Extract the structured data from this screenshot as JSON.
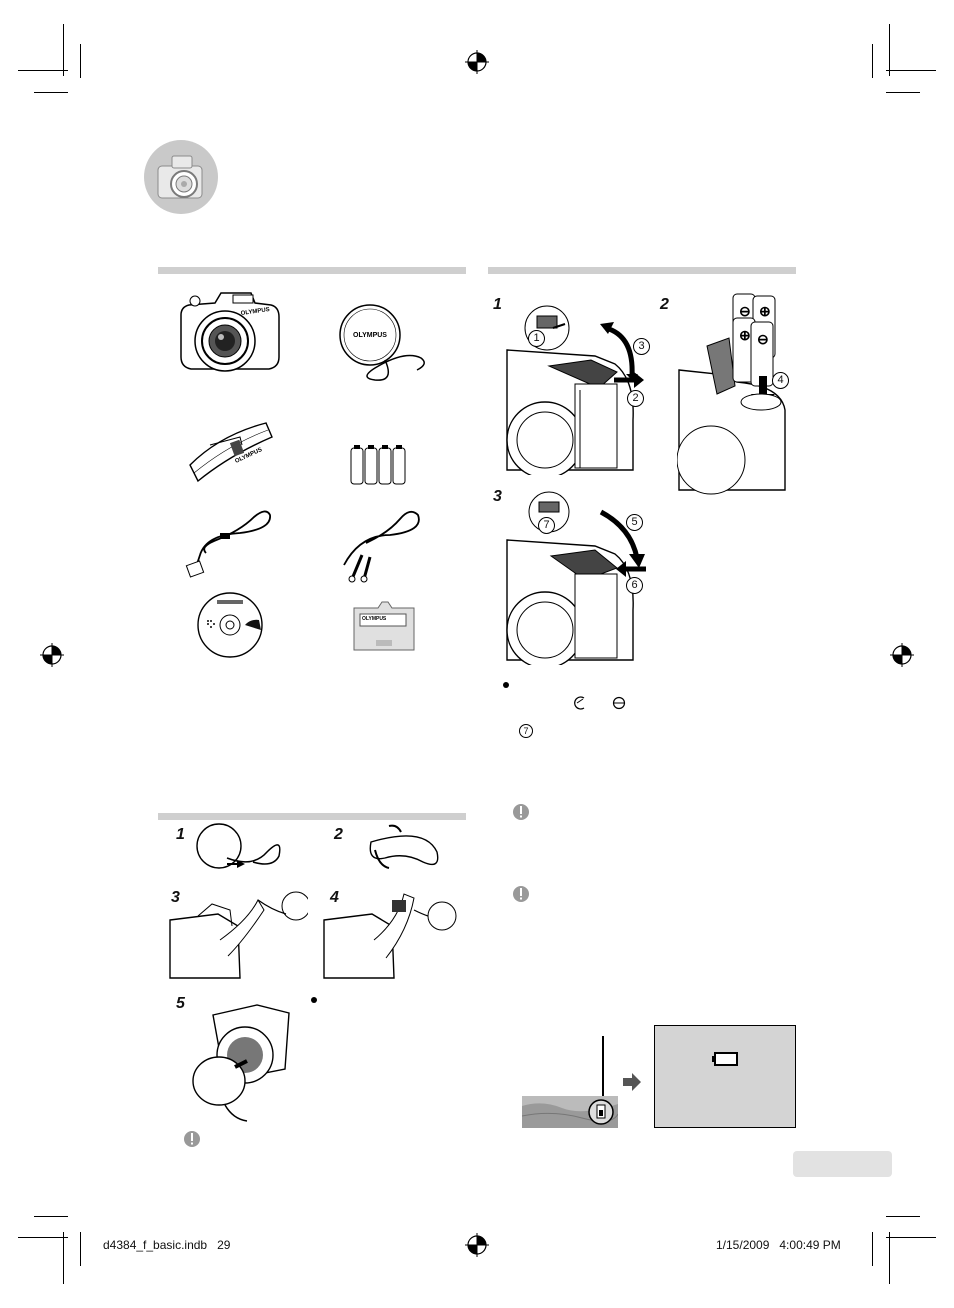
{
  "footer": {
    "file": "d4384_f_basic.indb   29",
    "datetime": "1/15/2009   4:00:49 PM"
  },
  "brand": "OLYMPUS",
  "steps": {
    "battery": [
      "1",
      "2",
      "3"
    ],
    "strap": [
      "1",
      "2",
      "3",
      "4",
      "5"
    ]
  },
  "circled": {
    "c1": "1",
    "c2": "2",
    "c3": "3",
    "c4": "4",
    "c5": "5",
    "c6": "6",
    "c7": "7",
    "c7b": "7"
  }
}
